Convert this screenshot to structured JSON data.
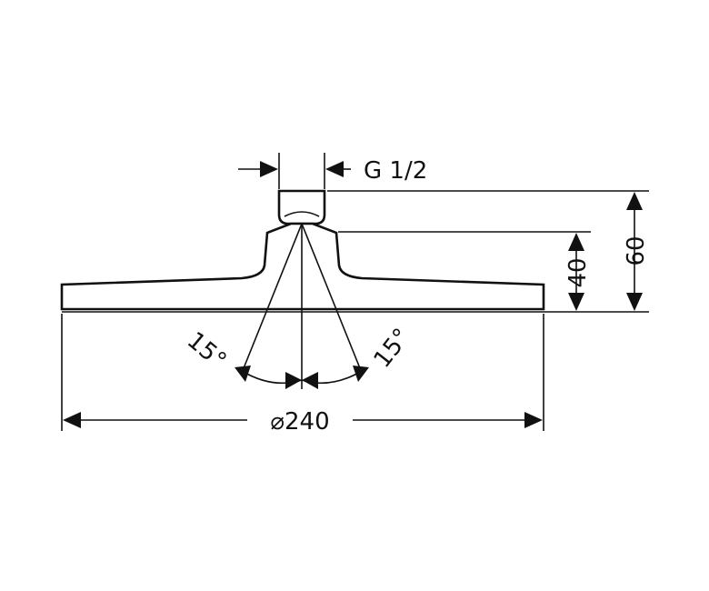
{
  "drawing": {
    "thread_label": "G 1/2",
    "height_total_label": "60",
    "height_body_label": "40",
    "diameter_label": "⌀240",
    "angle_left_label": "15°",
    "angle_right_label": "15°",
    "line_color": "#111111",
    "background_color": "#ffffff"
  }
}
